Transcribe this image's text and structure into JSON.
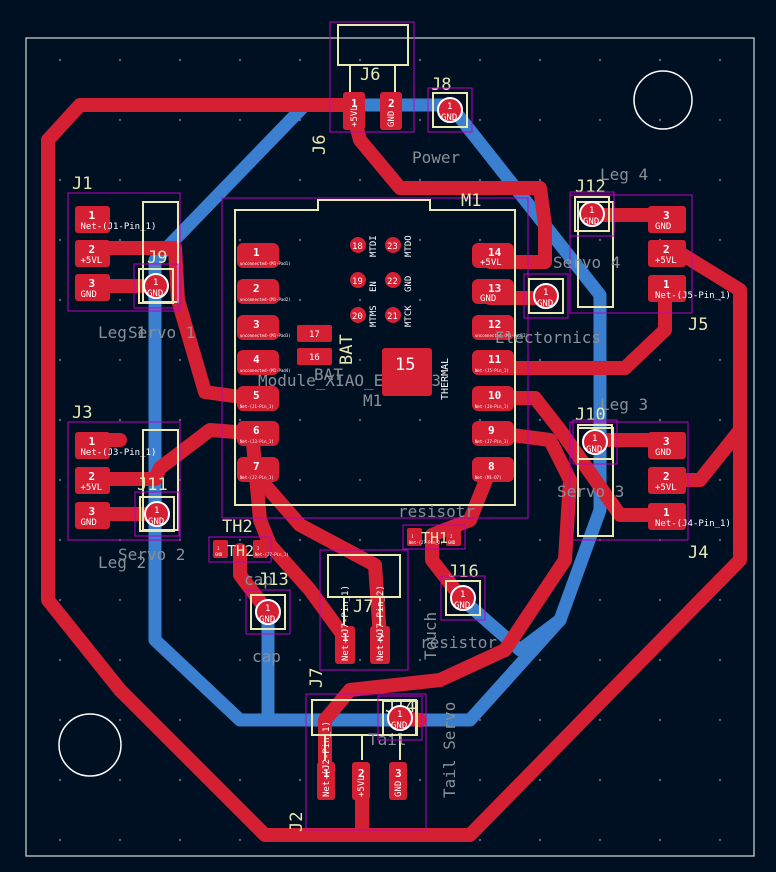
{
  "colors": {
    "background": "#001023",
    "copper_front": "#d42032",
    "copper_back": "#3a7fd0",
    "silkscreen": "#e8e8b0",
    "courtyard": "#c000c0",
    "edge_cuts": "#d8d8d8",
    "fab": "#8a8f96"
  },
  "labels": {
    "j6": "J6",
    "j6_side": "J6",
    "j8": "J8",
    "power": "Power",
    "m1_top": "M1",
    "m1_bottom": "M1",
    "module": "Module_XIAO_ESP32C3",
    "j1": "J1",
    "j9": "J9",
    "leg1": "Leg 1",
    "servo1": "Servo 1",
    "j3": "J3",
    "j11": "J11",
    "leg2": "Leg 2",
    "servo2": "Servo 2",
    "leg4": "Leg 4",
    "j12": "J12",
    "servo4": "Servo 4",
    "j5": "J5",
    "electronics": "Electornics",
    "leg3": "Leg 3",
    "j10": "J10",
    "servo3": "Servo 3",
    "j4": "J4",
    "resistor_top": "resisotr",
    "th1": "TH1",
    "th2": "TH2",
    "j13": "J13",
    "j16": "J16",
    "cap_top": "cap",
    "cap": "cap",
    "touch": "Touch",
    "resistor_bottom": "resistor",
    "bat": "BAT",
    "j7": "J7",
    "j7_side": "J7",
    "j2": "J2",
    "tail": "Tail",
    "tail_servo": "Tail Servo",
    "j14": "J14"
  },
  "mcu_pads_left": [
    {
      "num": "1",
      "net": "unconnected-(M1-Pad1)"
    },
    {
      "num": "2",
      "net": "unconnected-(M1-Pad2)"
    },
    {
      "num": "3",
      "net": "unconnected-(M1-Pad3)"
    },
    {
      "num": "4",
      "net": "unconnected-(M1-Pad4)"
    },
    {
      "num": "5",
      "net": "Net-(J1-Pin_1)"
    },
    {
      "num": "6",
      "net": "Net-(J3-Pin_1)"
    },
    {
      "num": "7",
      "net": "Net-(J2-Pin_1)"
    }
  ],
  "mcu_pads_right": [
    {
      "num": "14",
      "net": "+5VL"
    },
    {
      "num": "13",
      "net": "GND"
    },
    {
      "num": "12",
      "net": "unconnected-(M1-Pad12)"
    },
    {
      "num": "11",
      "net": "Net-(J5-Pin_1)"
    },
    {
      "num": "10",
      "net": "Net-(J4-Pin_1)"
    },
    {
      "num": "9",
      "net": "Net-(J7-Pin_1)"
    },
    {
      "num": "8",
      "net": "Net-(M1-D7)"
    }
  ],
  "mcu_round_pads": [
    {
      "num": "18",
      "label": "MTDI"
    },
    {
      "num": "23",
      "label": "MTDO"
    },
    {
      "num": "19",
      "label": "EN"
    },
    {
      "num": "22",
      "label": "GND"
    },
    {
      "num": "20",
      "label": "MTMS"
    },
    {
      "num": "21",
      "label": "MTCK"
    }
  ],
  "bat_pads": [
    {
      "num": "17"
    },
    {
      "num": "16"
    }
  ],
  "bat_label": "BAT",
  "thermal": {
    "num": "15",
    "label": "THERMAL"
  },
  "j6_pads": [
    {
      "num": "1",
      "net": "+5VL"
    },
    {
      "num": "2",
      "net": "GND"
    }
  ],
  "j1_pads": [
    {
      "num": "1",
      "net": "Net-(J1-Pin_1)"
    },
    {
      "num": "2",
      "net": "+5VL"
    },
    {
      "num": "3",
      "net": "GND"
    }
  ],
  "j3_pads": [
    {
      "num": "1",
      "net": "Net-(J3-Pin_1)"
    },
    {
      "num": "2",
      "net": "+5VL"
    },
    {
      "num": "3",
      "net": "GND"
    }
  ],
  "j5_pads": [
    {
      "num": "3",
      "net": "GND"
    },
    {
      "num": "2",
      "net": "+5VL"
    },
    {
      "num": "1",
      "net": "Net-(J5-Pin_1)"
    }
  ],
  "j4_pads": [
    {
      "num": "3",
      "net": "GND"
    },
    {
      "num": "2",
      "net": "+5VL"
    },
    {
      "num": "1",
      "net": "Net-(J4-Pin_1)"
    }
  ],
  "j2_pads": [
    {
      "num": "1",
      "net": "Net-(J2-Pin_1)"
    },
    {
      "num": "2",
      "net": "+5VL"
    },
    {
      "num": "3",
      "net": "GND"
    }
  ],
  "j7_pads": [
    {
      "num": "1",
      "net": "Net-(J7-Pin_1)"
    },
    {
      "num": "2",
      "net": "Net-(J7-Pin_2)"
    }
  ],
  "th1_pads": [
    {
      "num": "1",
      "net": "Net-(J7-Pin_2)"
    },
    {
      "num": "2",
      "net": "GND"
    }
  ],
  "th2_pads": [
    {
      "num": "1",
      "net": "GND"
    },
    {
      "num": "2",
      "net": "Net-(J7-Pin_1)"
    }
  ],
  "test_points": [
    {
      "id": "j8",
      "num": "1",
      "net": "GND"
    },
    {
      "id": "j9",
      "num": "1",
      "net": "GND"
    },
    {
      "id": "j11",
      "num": "1",
      "net": "GND"
    },
    {
      "id": "j12",
      "num": "1",
      "net": "GND"
    },
    {
      "id": "j14",
      "num": "1",
      "net": "GND"
    },
    {
      "id": "j10",
      "num": "1",
      "net": "GND"
    },
    {
      "id": "j13",
      "num": "1",
      "net": "GND"
    },
    {
      "id": "j16",
      "num": "1",
      "net": "GND"
    },
    {
      "id": "j15",
      "num": "1",
      "net": "GND"
    }
  ]
}
